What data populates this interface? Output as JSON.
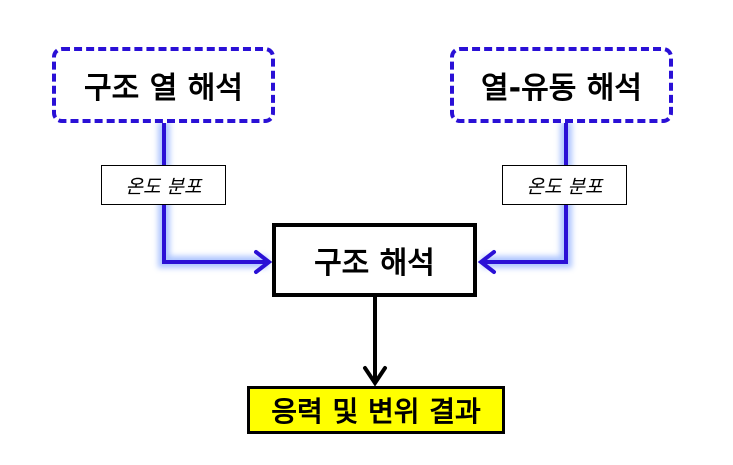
{
  "nodes": {
    "source_left": "구조 열 해석",
    "source_right": "열-유동 해석",
    "label_left": "온도 분포",
    "label_right": "온도 분포",
    "center": "구조 해석",
    "result": "응력 및 변위 결과"
  },
  "colors": {
    "dashed_border": "#2a10d6",
    "blue_arrow": "#2a10d6",
    "glow": "#9ab8ff",
    "result_fill": "#ffff00"
  }
}
